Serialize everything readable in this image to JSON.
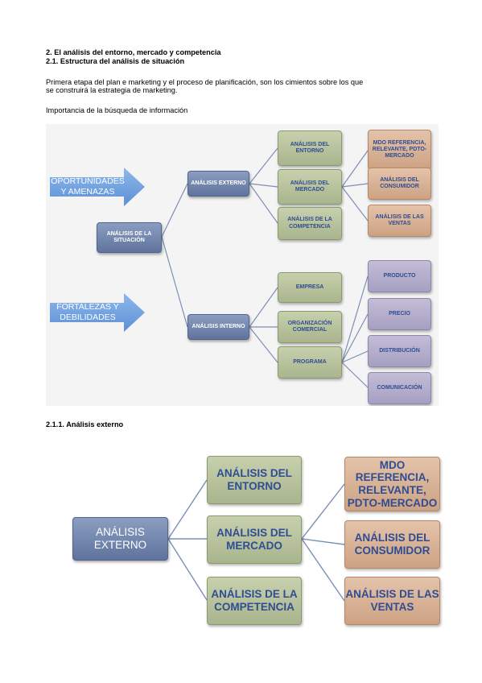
{
  "heading": {
    "h2": "2. El análisis del entorno, mercado y competencia",
    "h21": "2.1. Estructura del análisis de situación"
  },
  "paragraph": {
    "line1": "Primera etapa del plan e marketing y el proceso de planificación, son los cimientos sobre los que",
    "line2": "se construirá la estrategia de marketing."
  },
  "importance": "Importancia de la búsqueda de información",
  "diagram1": {
    "arrow_top": "OPORTUNIDADES\nY AMENAZAS",
    "arrow_bottom": "FORTALEZAS Y\nDEBILIDADES",
    "root": "ANÁLISIS DE LA\nSITUACIÓN",
    "externo": "ANÁLISIS EXTERNO",
    "interno": "ANÁLISIS INTERNO",
    "entorno": "ANÁLISIS DEL\nENTORNO",
    "mercado": "ANÁLISIS DEL\nMERCADO",
    "competencia": "ANÁLISIS DE LA\nCOMPETENCIA",
    "mdo": "MDO REFERENCIA,\nRELEVANTE, PDTO-\nMERCADO",
    "consumidor": "ANÁLISIS DEL\nCONSUMIDOR",
    "ventas": "ANÁLISIS DE LAS\nVENTAS",
    "empresa": "EMPRESA",
    "organizacion": "ORGANIZACIÓN\nCOMERCIAL",
    "programa": "PROGRAMA",
    "producto": "PRODUCTO",
    "precio": "PRECIO",
    "distribucion": "DISTRIBUCIÓN",
    "comunicacion": "COMUNICACIÓN"
  },
  "section2": {
    "heading": "2.1.1. Análisis externo"
  },
  "diagram2": {
    "externo": "ANÁLISIS EXTERNO",
    "entorno": "ANÁLISIS DEL\nENTORNO",
    "mercado": "ANÁLISIS DEL\nMERCADO",
    "competencia": "ANÁLISIS DE LA\nCOMPETENCIA",
    "mdo": "MDO REFERENCIA,\nRELEVANTE,\nPDTO-MERCADO",
    "consumidor": "ANÁLISIS DEL\nCONSUMIDOR",
    "ventas": "ANÁLISIS DE LAS\nVENTAS"
  }
}
